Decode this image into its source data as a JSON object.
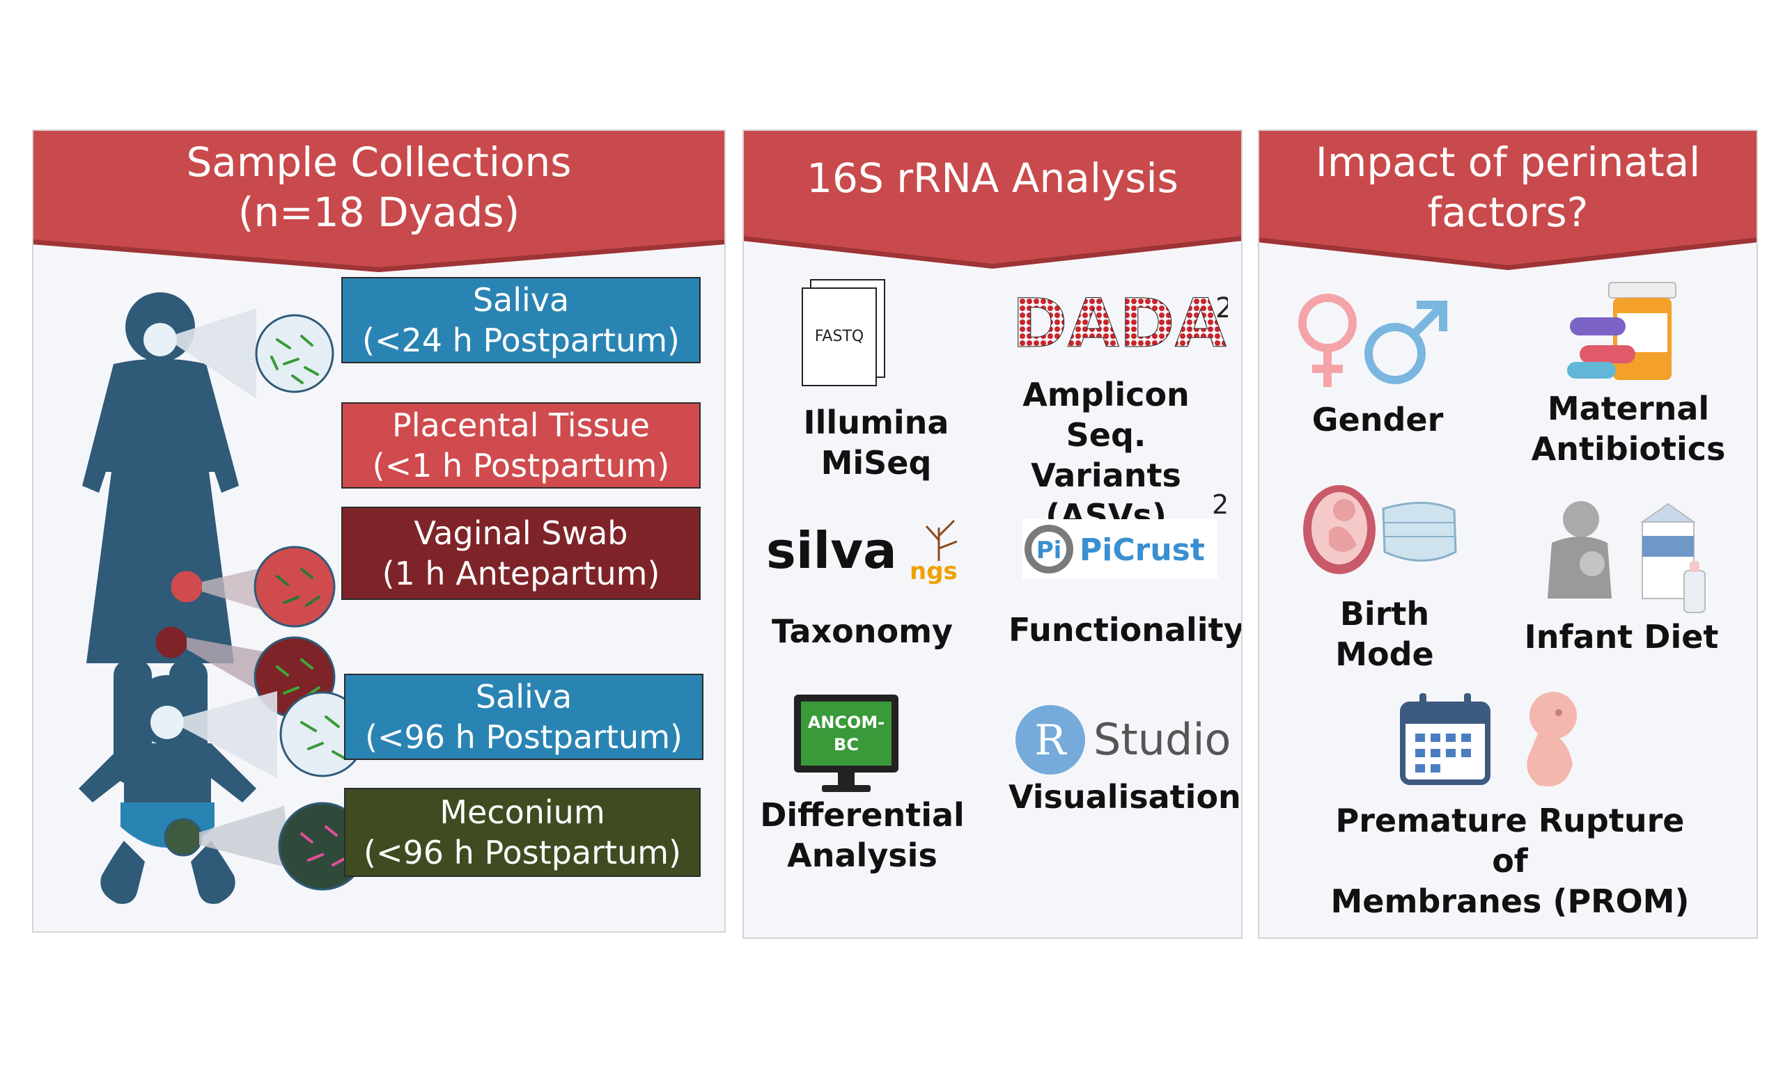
{
  "panels": {
    "samples": {
      "title": "Sample Collections\n(n=18 Dyads)",
      "boxes": [
        {
          "label": "Saliva\n(<24 h Postpartum)",
          "color": "#2a84b3"
        },
        {
          "label": "Placental Tissue\n(<1 h Postpartum)",
          "color": "#cf4b4e"
        },
        {
          "label": "Vaginal Swab\n(1 h Antepartum)",
          "color": "#7e2428"
        },
        {
          "label": "Saliva\n(<96 h Postpartum)",
          "color": "#2a84b3"
        },
        {
          "label": "Meconium\n(<96 h Postpartum)",
          "color": "#3f4c22"
        }
      ]
    },
    "analysis": {
      "title": "16S rRNA Analysis",
      "items": [
        {
          "label": "Illumina\nMiSeq",
          "icon": "fastq-file-icon",
          "icon_text": "FASTQ"
        },
        {
          "label": "Amplicon Seq.\nVariants (ASVs)",
          "icon": "dada2-logo",
          "logo_text": "DADA",
          "logo_sup": "2"
        },
        {
          "label": "Taxonomy",
          "icon": "silva-ngs-logo",
          "logo_text": "silva",
          "logo_sub": "ngs"
        },
        {
          "label": "Functionality",
          "icon": "picrust2-logo",
          "logo_text": "PiCrust",
          "logo_mark": "Pi",
          "logo_sup": "2"
        },
        {
          "label": "Differential\nAnalysis",
          "icon": "ancom-bc-monitor-icon",
          "icon_text": "ANCOM-\nBC"
        },
        {
          "label": "Visualisation",
          "icon": "rstudio-logo",
          "logo_mark": "R",
          "logo_text": "Studio"
        }
      ]
    },
    "factors": {
      "title": "Impact of perinatal\nfactors?",
      "items": [
        {
          "label": "Gender",
          "icon": "gender-symbols-icon"
        },
        {
          "label": "Maternal\nAntibiotics",
          "icon": "pill-bottle-icon"
        },
        {
          "label": "Birth Mode",
          "icon": "fetus-and-mask-icon"
        },
        {
          "label": "Infant Diet",
          "icon": "breastfeeding-formula-icon"
        },
        {
          "label": "Premature Rupture of\nMembranes (PROM)",
          "icon": "calendar-embryo-icon"
        }
      ]
    }
  },
  "colors": {
    "header_red": "#c94a4c",
    "figure_blue": "#2f5a78",
    "panel_bg": "#f5f6fa"
  }
}
